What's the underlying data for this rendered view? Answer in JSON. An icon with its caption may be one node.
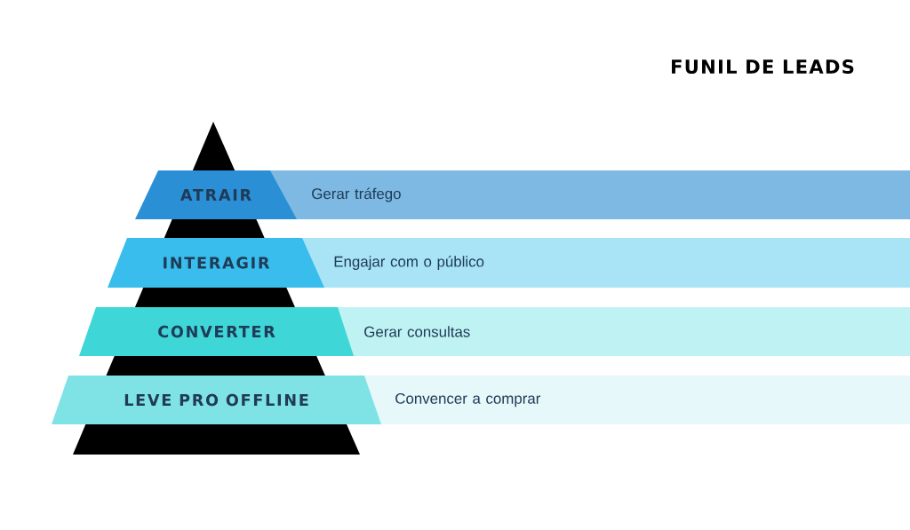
{
  "diagram": {
    "title": "FUNIL DE LEADS",
    "nodes": [
      {
        "text": [
          "ATRAIR"
        ]
      },
      {
        "text": [
          "Gerar tráfego"
        ]
      },
      {
        "text": [
          "INTERAGIR"
        ]
      },
      {
        "text": [
          "Engajar com o público"
        ]
      },
      {
        "text": [
          "CONVERTER"
        ]
      },
      {
        "text": [
          "Gerar consultas"
        ]
      },
      {
        "text": [
          "LEVE PRO OFFLINE"
        ]
      },
      {
        "text": [
          "Convencer a comprar"
        ]
      }
    ]
  }
}
